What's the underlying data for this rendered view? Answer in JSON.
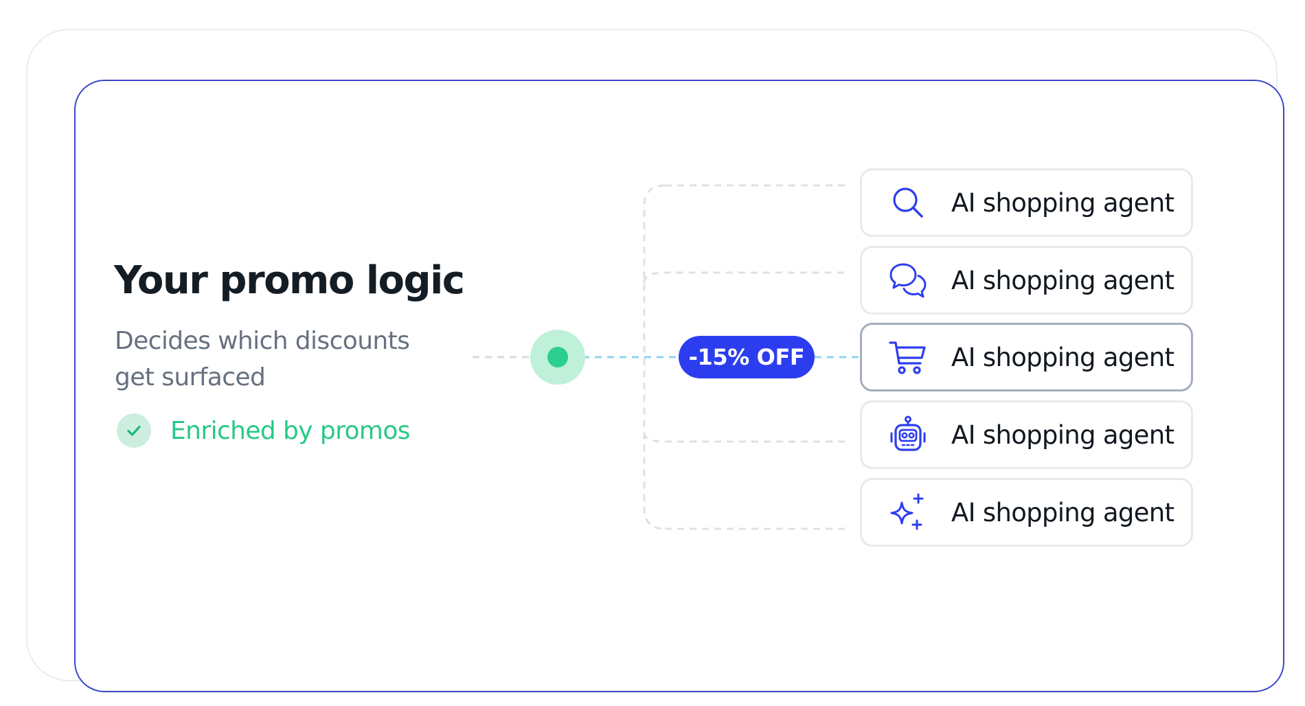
{
  "left": {
    "title": "Your promo logic",
    "subtitle": "Decides which discounts get surfaced",
    "status": "Enriched by promos",
    "status_icon": "check-icon"
  },
  "promo": {
    "label": "-15% OFF"
  },
  "agents": [
    {
      "label": "AI shopping agent",
      "icon": "search-icon"
    },
    {
      "label": "AI shopping agent",
      "icon": "chat-bubbles-icon"
    },
    {
      "label": "AI shopping agent",
      "icon": "cart-icon",
      "highlighted": true
    },
    {
      "label": "AI shopping agent",
      "icon": "robot-icon"
    },
    {
      "label": "AI shopping agent",
      "icon": "sparkles-icon"
    }
  ],
  "colors": {
    "accent": "#2c3df0",
    "green": "#27c888",
    "title": "#141c24",
    "subtitle": "#66707f",
    "border_accent": "#3a46c9"
  }
}
